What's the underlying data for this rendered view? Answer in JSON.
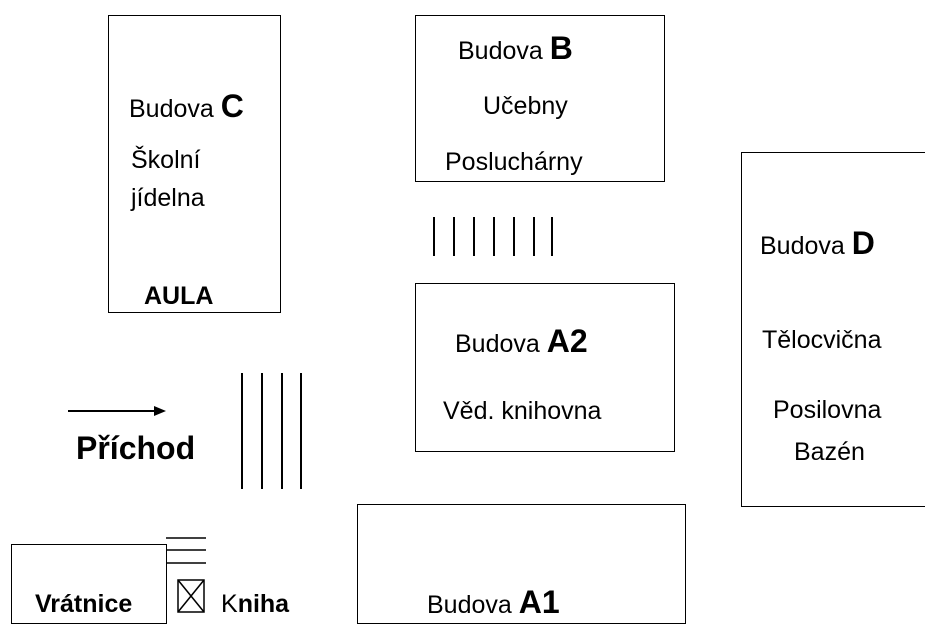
{
  "buildings": {
    "c": {
      "word": "Budova",
      "letter": "C",
      "line1": "Školní",
      "line2": "jídelna",
      "aula": "AULA"
    },
    "b": {
      "word": "Budova",
      "letter": "B",
      "line1": "Učebny",
      "line2": "Posluchárny"
    },
    "a2": {
      "word": "Budova",
      "letter": "A2",
      "line1": "Věd. knihovna"
    },
    "d": {
      "word": "Budova",
      "letter": "D",
      "line1": "Tělocvična",
      "line2": "Posilovna",
      "line3": "Bazén"
    },
    "a1": {
      "word": "Budova",
      "letter": "A1"
    }
  },
  "entrance": {
    "label": "Příchod"
  },
  "gatehouse": {
    "label": "Vrátnice",
    "book_first": "K",
    "book_rest": "niha"
  }
}
